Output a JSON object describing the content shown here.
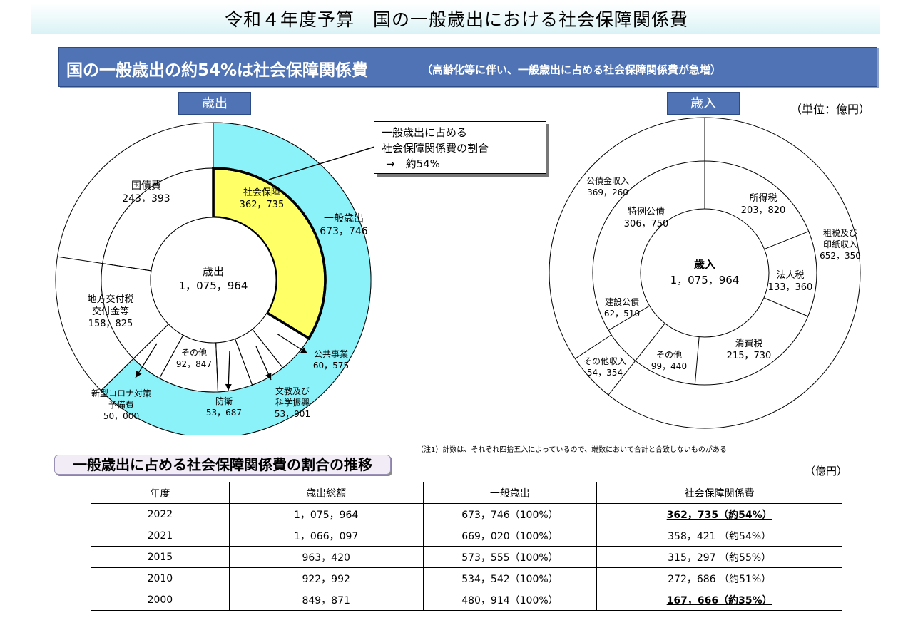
{
  "page": {
    "title": "令和４年度予算　国の一般歳出における社会保障関係費",
    "banner_main": "国の一般歳出の約54%は社会保障関係費",
    "banner_sub": "（高齢化等に伴い、一般歳出に占める社会保障関係費が急増）",
    "tab_expenditure": "歳出",
    "tab_revenue": "歳入",
    "unit_label": "（単位：億円）",
    "callout": [
      "一般歳出に占める",
      "社会保障関係費の割合",
      "→　約54%"
    ],
    "note": "（注1）計数は、それぞれ四捨五入によっているので、端数において合計と合致しないものがある",
    "section_title": "一般歳出に占める社会保障関係費の割合の推移",
    "section_unit": "（億円）"
  },
  "colors": {
    "banner": "#4f73b4",
    "cyan": "#8cf2fa",
    "yellow": "#ffff66"
  },
  "chart_data": [
    {
      "type": "pie",
      "title": "歳出",
      "center_label": [
        "歳出",
        "1，075，964"
      ],
      "total": 1075964,
      "slices": [
        {
          "label": "社会保障",
          "value": 362735,
          "value_text": "362，735",
          "color": "#ffff66",
          "group": "一般歳出"
        },
        {
          "label": "公共事業",
          "value": 60575,
          "value_text": "60，575",
          "group": "一般歳出"
        },
        {
          "label": "文教及び科学振興",
          "value": 53901,
          "value_text": "53，901",
          "group": "一般歳出"
        },
        {
          "label": "防衛",
          "value": 53687,
          "value_text": "53，687",
          "group": "一般歳出"
        },
        {
          "label": "その他",
          "value": 92847,
          "value_text": "92，847",
          "group": "一般歳出"
        },
        {
          "label": "新型コロナ対策予備費",
          "value": 50000,
          "value_text": "50，000",
          "group": "一般歳出"
        },
        {
          "label": "地方交付税交付金等",
          "value": 158825,
          "value_text": "158，825"
        },
        {
          "label": "国債費",
          "value": 243393,
          "value_text": "243，393"
        }
      ],
      "outer_group": {
        "label": "一般歳出",
        "value": 673746,
        "value_text": "673，746",
        "color": "#8cf2fa"
      }
    },
    {
      "type": "pie",
      "title": "歳入",
      "center_label": [
        "歳入",
        "1，075，964"
      ],
      "total": 1075964,
      "inner": [
        {
          "label": "所得税",
          "value": 203820,
          "value_text": "203，820"
        },
        {
          "label": "法人税",
          "value": 133360,
          "value_text": "133，360"
        },
        {
          "label": "消費税",
          "value": 215730,
          "value_text": "215，730"
        },
        {
          "label": "その他",
          "value": 99440,
          "value_text": "99，440"
        },
        {
          "label": "建設公債",
          "value": 62510,
          "value_text": "62，510"
        },
        {
          "label": "特例公債",
          "value": 306750,
          "value_text": "306，750"
        }
      ],
      "outer": [
        {
          "label": "租税及び印紙収入",
          "value": 652350,
          "value_text": "652，350"
        },
        {
          "label": "その他収入",
          "value": 54354,
          "value_text": "54，354"
        },
        {
          "label": "公債金収入",
          "value": 369260,
          "value_text": "369，260"
        }
      ]
    },
    {
      "type": "table",
      "title": "一般歳出に占める社会保障関係費の割合の推移",
      "columns": [
        "年度",
        "歳出総額",
        "一般歳出",
        "社会保障関係費"
      ],
      "rows": [
        {
          "cells": [
            "2022",
            "1，075，964",
            "673，746（100%）",
            "362，735（約54%）"
          ],
          "highlight": true
        },
        {
          "cells": [
            "2021",
            "1，066，097",
            "669，020（100%）",
            "358，421 （約54%）"
          ],
          "highlight": false
        },
        {
          "cells": [
            "2015",
            "963，420",
            "573，555（100%）",
            "315，297 （約55%）"
          ],
          "highlight": false
        },
        {
          "cells": [
            "2010",
            "922，992",
            "534，542（100%）",
            "272，686 （約51%）"
          ],
          "highlight": false
        },
        {
          "cells": [
            "2000",
            "849，871",
            "480，914（100%）",
            "167，666（約35%）"
          ],
          "highlight": true
        }
      ]
    }
  ]
}
